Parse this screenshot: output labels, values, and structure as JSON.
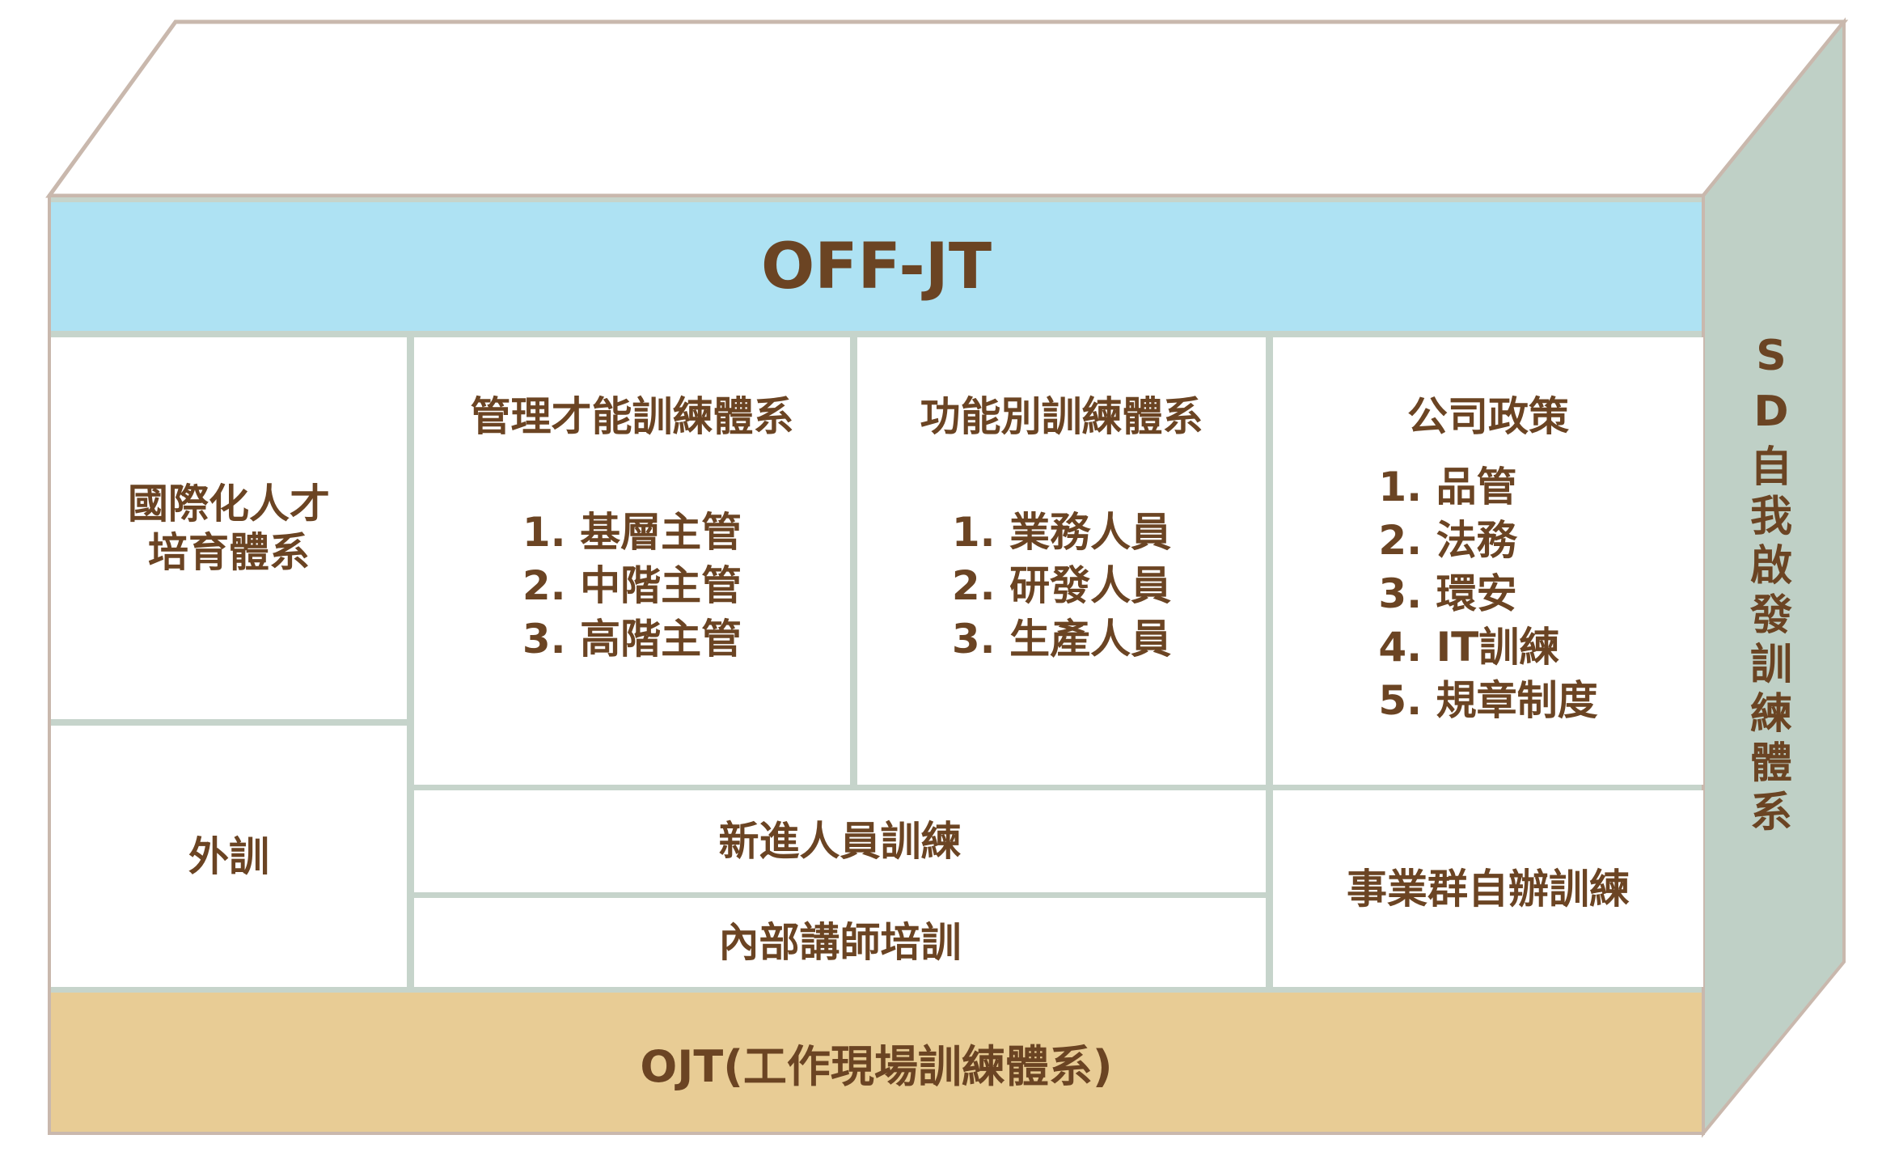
{
  "colors": {
    "text": "#6b4423",
    "off_jt": "#aee2f3",
    "ojt": "#e8cc95",
    "side": "#bfd0c6",
    "grid": "#c6d4cb"
  },
  "off_jt": "OFF-JT",
  "ojt": "OJT(工作現場訓練體系)",
  "sd": "SD自我啟發訓練體系",
  "international": {
    "line1": "國際化人才",
    "line2": "培育體系"
  },
  "external": "外訓",
  "management": {
    "title": "管理才能訓練體系",
    "items": [
      "1. 基層主管",
      "2. 中階主管",
      "3. 高階主管"
    ]
  },
  "functional": {
    "title": "功能別訓練體系",
    "items": [
      "1. 業務人員",
      "2. 研發人員",
      "3. 生產人員"
    ]
  },
  "policy": {
    "title": "公司政策",
    "items": [
      "1. 品管",
      "2. 法務",
      "3. 環安",
      "4. IT訓練",
      "5. 規章制度"
    ]
  },
  "new_hire": "新進人員訓練",
  "internal_trainer": "內部講師培訓",
  "business_group": "事業群自辦訓練"
}
